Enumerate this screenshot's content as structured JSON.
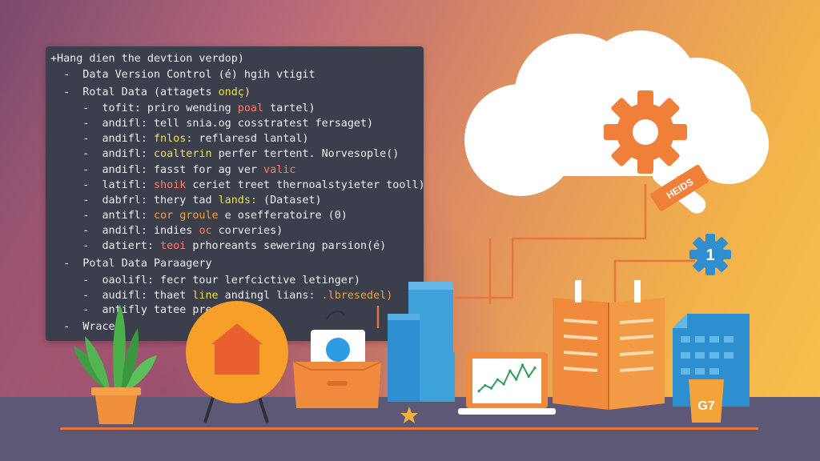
{
  "code": {
    "lines": [
      {
        "plain": "+Hang dien the devtion verdop)"
      },
      {
        "plain": "  -  Data Version Control (é) hgih vtigit"
      },
      {
        "plain": "  -  Rotal Data (attagets ",
        "hl": "ondç)",
        "hl_color": "y"
      },
      {
        "plain": "     -  tofit: priro wending ",
        "hl": "poal",
        "hl_color": "r",
        "after": " tartel)"
      },
      {
        "plain": "     -  andifl: tell snia.og cosstratest fersaget)"
      },
      {
        "plain": "     -  andifl: ",
        "hl": "fnlos",
        "hl_color": "y",
        "after": ": reflaresd lantal)"
      },
      {
        "plain": "     -  andifl: ",
        "hl": "coalterin",
        "hl_color": "y",
        "after": " perfer tertent. Norvesople()"
      },
      {
        "plain": "     -  andifl: fasst for ag ver ",
        "hl": "valic",
        "hl_color": "r"
      },
      {
        "plain": "     -  latifl: ",
        "hl": "shoik",
        "hl_color": "r",
        "after": " ceriet treet thernoalstyieter tooll)"
      },
      {
        "plain": "     -  dabfrl: thery tad ",
        "hl": "lands:",
        "hl_color": "y",
        "after": " (Dataset)"
      },
      {
        "plain": "     -  antifl: ",
        "hl": "cor groule",
        "hl_color": "o",
        "after": " e osefferatoire (0)"
      },
      {
        "plain": "     -  andifl: indies ",
        "hl": "oc",
        "hl_color": "r",
        "after": " corveries)"
      },
      {
        "plain": "     -  datiert: ",
        "hl": "teoi",
        "hl_color": "r",
        "after": " prhoreants sewering parsion(é)"
      },
      {
        "plain": "  -  Potal Data Paraagery"
      },
      {
        "plain": "     -  oaolifl: fecr tour lerfcictive letinger)"
      },
      {
        "plain": "     -  audifl: thaet ",
        "hl": "line",
        "hl_color": "y",
        "after": " andingl lians: ",
        "hl2": ".lbresedel)",
        "hl2_color": "o"
      },
      {
        "plain": "     -  antifly tatee preat"
      },
      {
        "plain": "  -  Wrace)"
      }
    ]
  },
  "wrench_label": "HEIDS",
  "gear_badge": "1",
  "cup_label": "G7",
  "colors": {
    "orange": "#f08a3c",
    "blue": "#3ea2dc",
    "cloud": "#ffffff",
    "panel": "#3a3f4b"
  },
  "chart_data": {
    "type": "line",
    "series": [
      {
        "values": [
          2,
          3,
          2.5,
          4,
          3.2,
          5.5,
          4,
          6.5,
          4.5,
          6
        ]
      }
    ]
  }
}
